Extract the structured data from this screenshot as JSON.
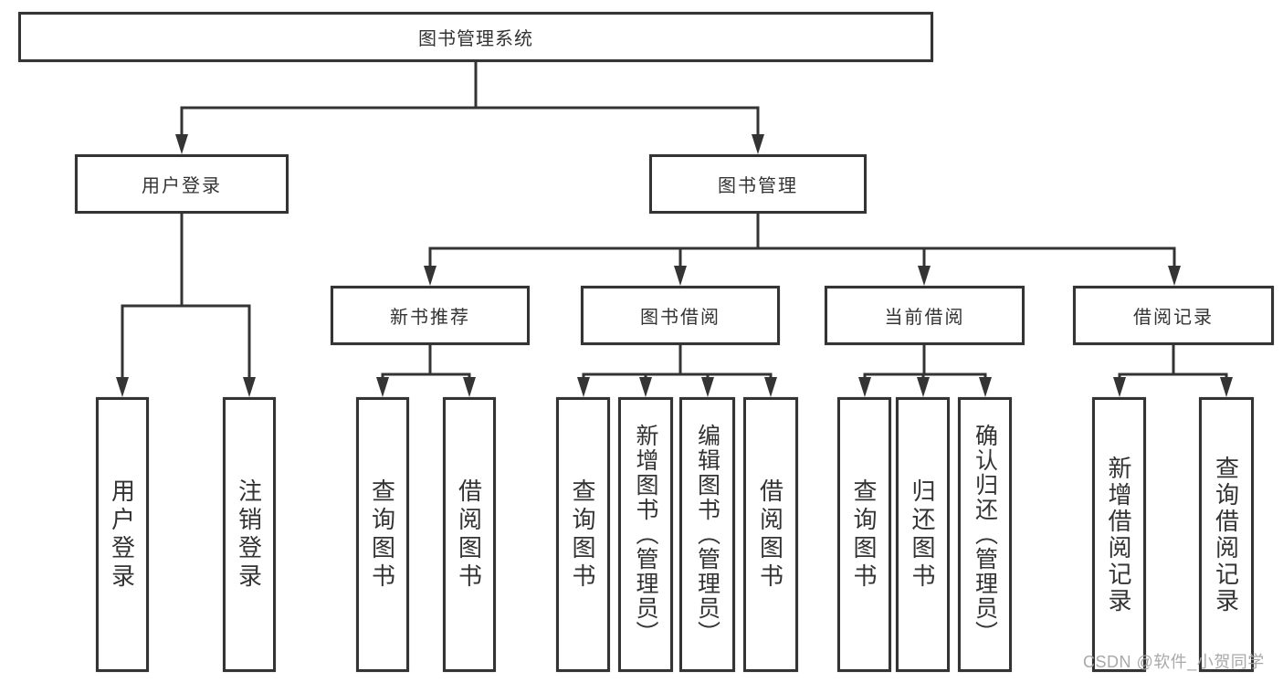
{
  "diagram": {
    "root": {
      "label": "图书管理系统",
      "children": [
        {
          "label": "用户登录",
          "children": [
            {
              "label": "用户登录"
            },
            {
              "label": "注销登录"
            }
          ]
        },
        {
          "label": "图书管理",
          "children": [
            {
              "label": "新书推荐",
              "children": [
                {
                  "label": "查询图书"
                },
                {
                  "label": "借阅图书"
                }
              ]
            },
            {
              "label": "图书借阅",
              "children": [
                {
                  "label": "查询图书"
                },
                {
                  "label": "新增图书（管理员）"
                },
                {
                  "label": "编辑图书（管理员）"
                },
                {
                  "label": "借阅图书"
                }
              ]
            },
            {
              "label": "当前借阅",
              "children": [
                {
                  "label": "查询图书"
                },
                {
                  "label": "归还图书"
                },
                {
                  "label": "确认归还（管理员）"
                }
              ]
            },
            {
              "label": "借阅记录",
              "children": [
                {
                  "label": "新增借阅记录"
                },
                {
                  "label": "查询借阅记录"
                }
              ]
            }
          ]
        }
      ]
    }
  },
  "watermark": {
    "text": "CSDN @软件_小贺同学"
  },
  "colors": {
    "line": "#343434",
    "text": "#333333",
    "watermark": "#a4a4a4",
    "background": "#ffffff"
  }
}
